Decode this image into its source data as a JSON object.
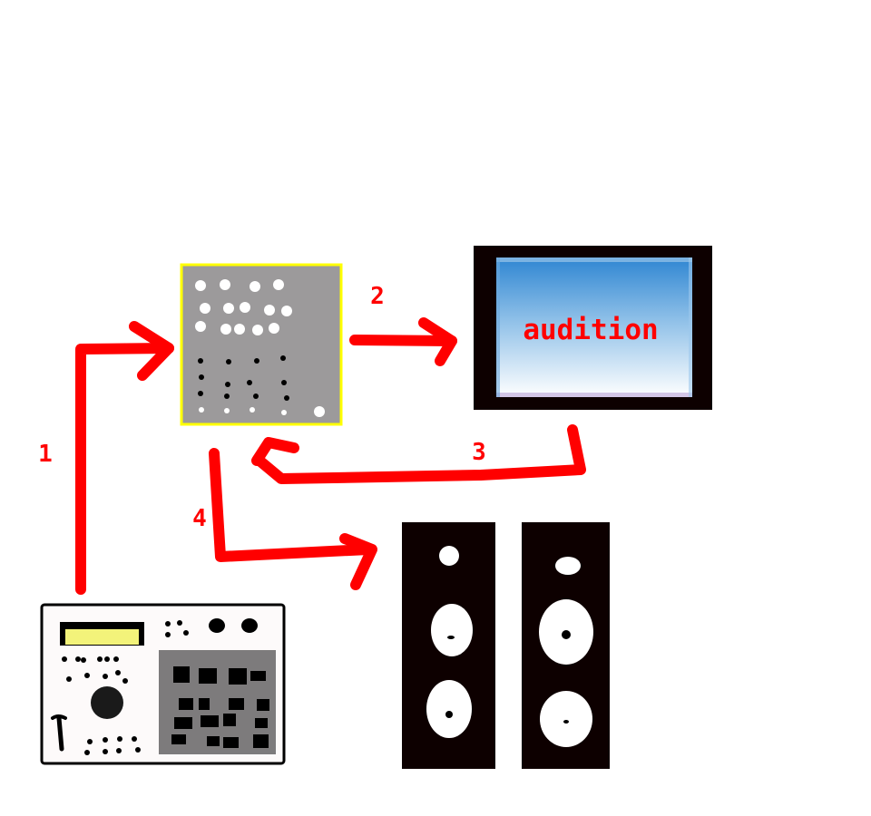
{
  "diagram": {
    "monitor": {
      "text": "audition"
    },
    "steps": [
      {
        "label": "1"
      },
      {
        "label": "2"
      },
      {
        "label": "3"
      },
      {
        "label": "4"
      }
    ]
  },
  "colors": {
    "arrow": "#ff0000",
    "label": "#ff0000",
    "interface_body": "#9c9a9b",
    "interface_border": "#ffff00",
    "monitor_frame": "#0d0000",
    "screen_top": "#2f86d2",
    "screen_bottom": "#ffffff",
    "speaker_body": "#0d0000",
    "mixer_body": "#fdfafa",
    "mixer_panel": "#7d7b7c",
    "mixer_display": "#f3f37a"
  }
}
